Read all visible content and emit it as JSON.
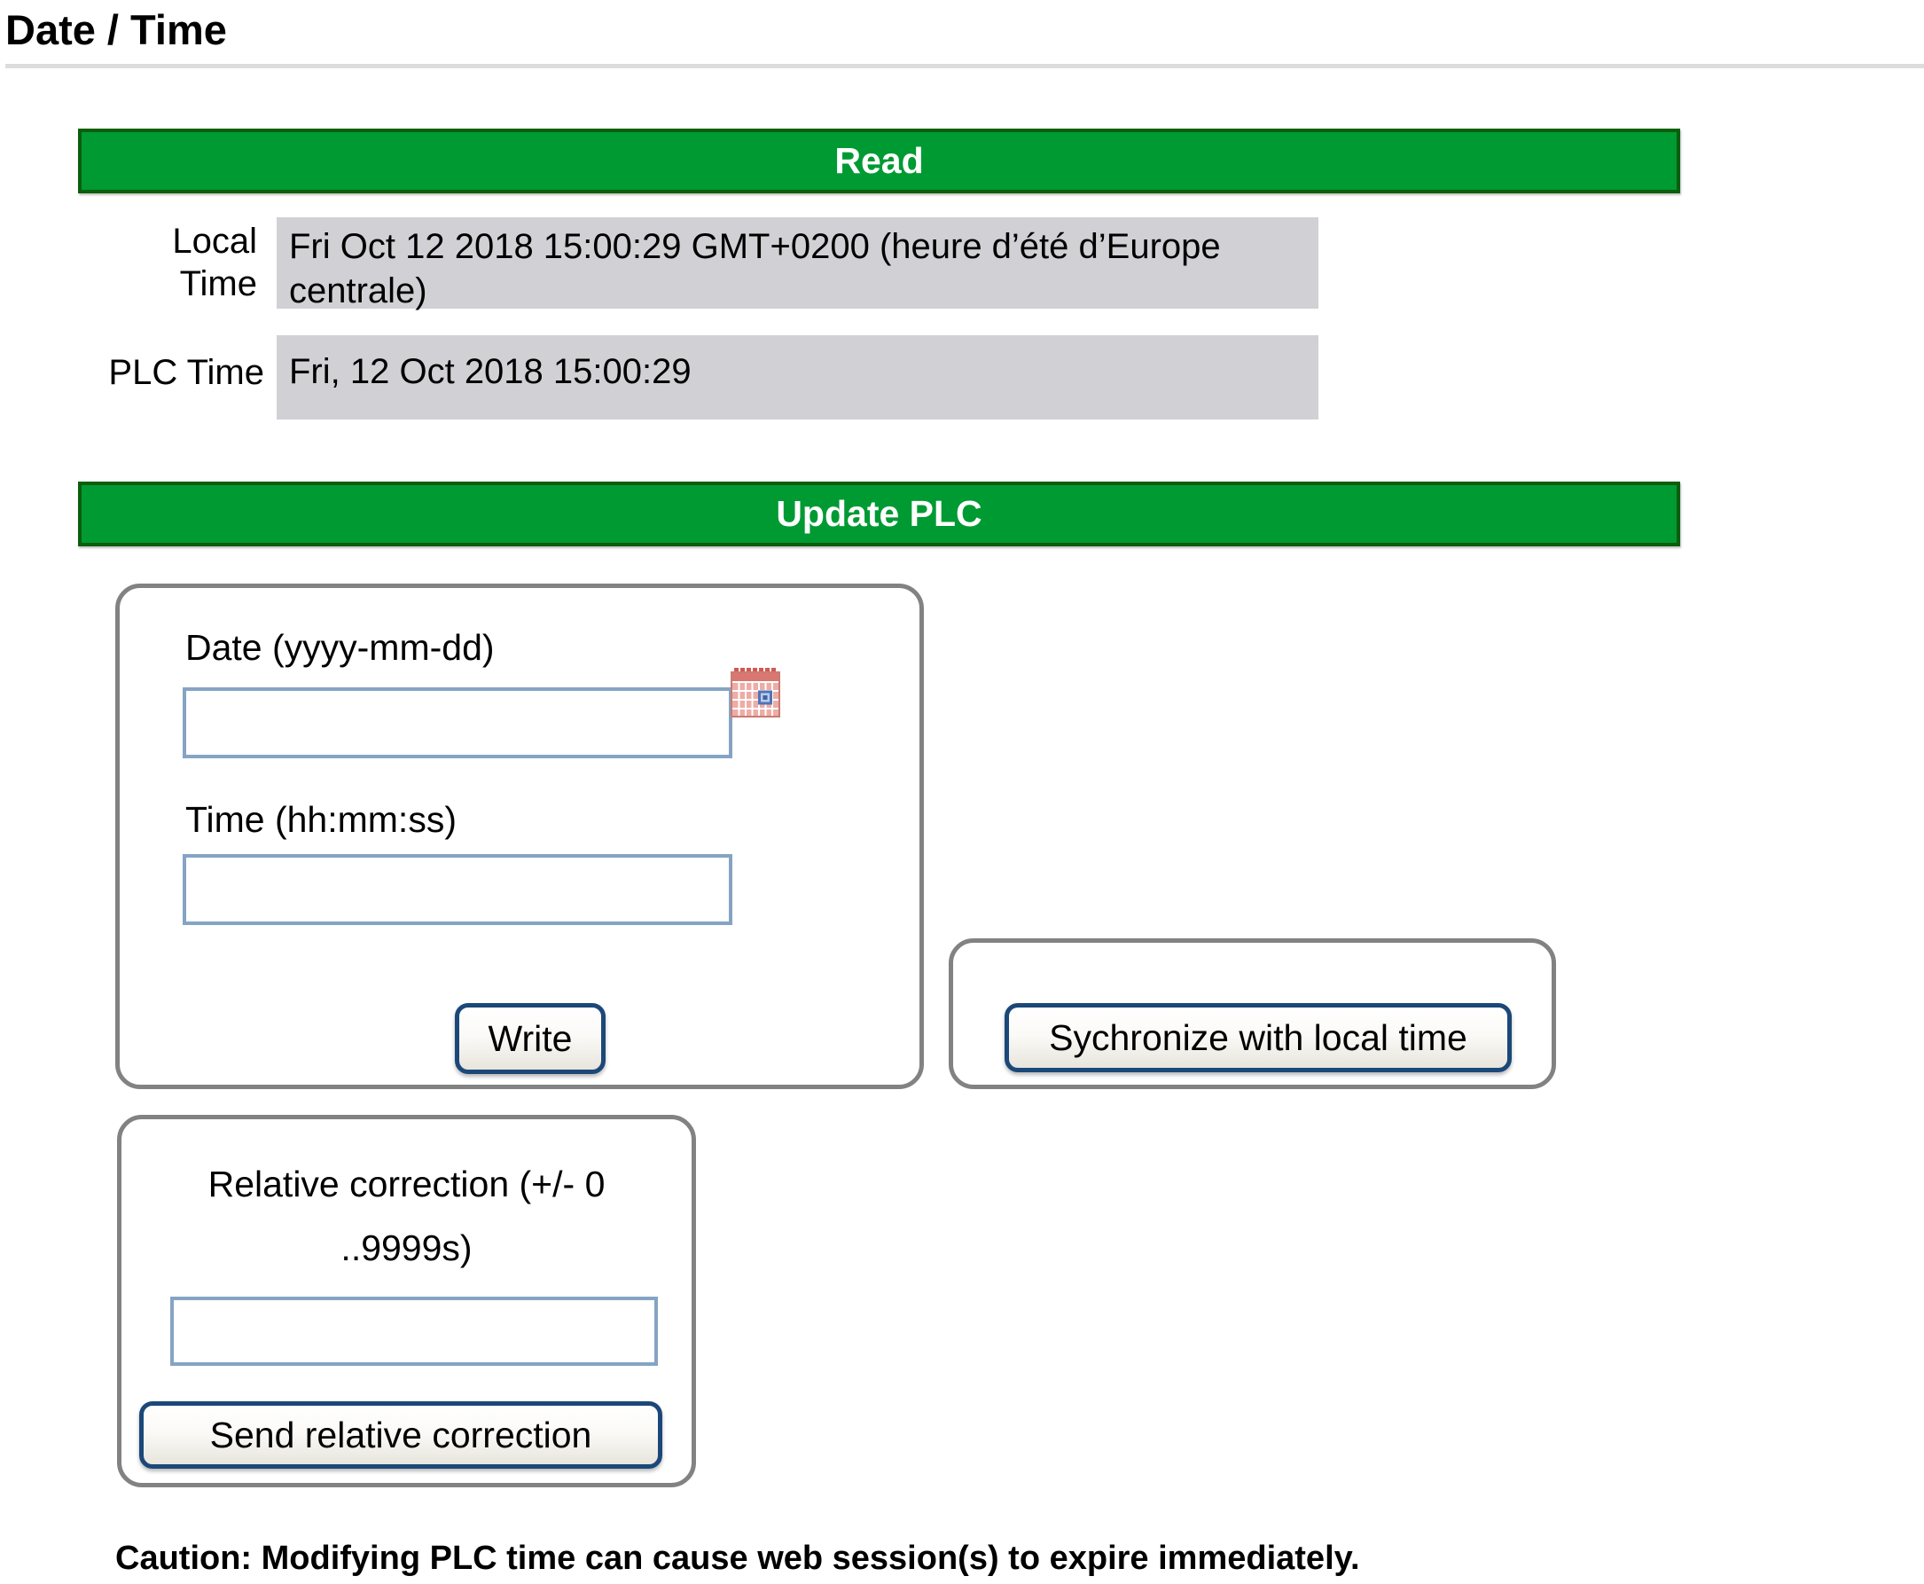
{
  "page": {
    "title": "Date / Time"
  },
  "read_section": {
    "header": "Read",
    "rows": [
      {
        "label": "Local Time",
        "value": "Fri Oct 12 2018 15:00:29 GMT+0200 (heure d’été d’Europe centrale)"
      },
      {
        "label": "PLC Time",
        "value": "Fri, 12 Oct 2018 15:00:29"
      }
    ]
  },
  "update_section": {
    "header": "Update PLC",
    "datetime_form": {
      "date_label": "Date (yyyy-mm-dd)",
      "date_value": "",
      "date_placeholder": "",
      "calendar_icon": "calendar-picker-icon",
      "time_label": "Time (hh:mm:ss)",
      "time_value": "",
      "time_placeholder": "",
      "write_button": "Write"
    },
    "sync_form": {
      "sync_button": "Sychronize with local time"
    },
    "correction_form": {
      "label_line1": "Relative correction (+/- 0",
      "label_line2": "..9999s)",
      "input_value": "",
      "input_placeholder": "",
      "send_button": "Send relative correction"
    }
  },
  "caution": "Caution: Modifying PLC time can cause web session(s) to expire immediately.",
  "colors": {
    "banner_green": "#009A33",
    "banner_border_green": "#0B5E0B",
    "value_box_gray": "#D1D1D5",
    "input_border_blue": "#85A4C4",
    "button_border_navy": "#1B4878",
    "group_border_gray": "#828282"
  }
}
